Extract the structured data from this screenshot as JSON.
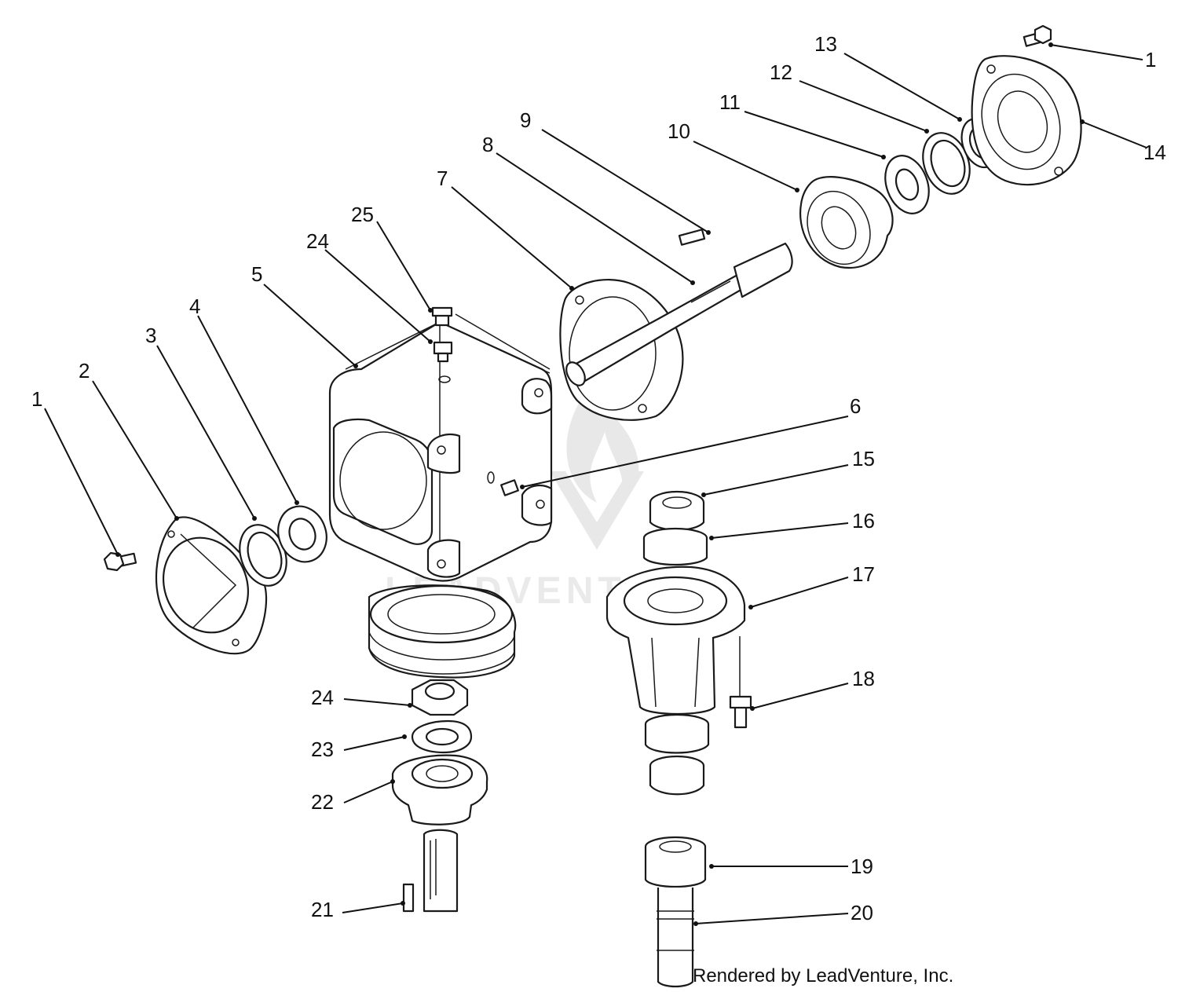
{
  "diagram": {
    "credit": "Rendered by LeadVenture, Inc.",
    "watermark": "LEADVENTURE",
    "callouts": [
      {
        "id": "c1a",
        "label": "1"
      },
      {
        "id": "c1b",
        "label": "1"
      },
      {
        "id": "c2",
        "label": "2"
      },
      {
        "id": "c3",
        "label": "3"
      },
      {
        "id": "c4",
        "label": "4"
      },
      {
        "id": "c5",
        "label": "5"
      },
      {
        "id": "c6",
        "label": "6"
      },
      {
        "id": "c7",
        "label": "7"
      },
      {
        "id": "c8",
        "label": "8"
      },
      {
        "id": "c9",
        "label": "9"
      },
      {
        "id": "c10",
        "label": "10"
      },
      {
        "id": "c11",
        "label": "11"
      },
      {
        "id": "c12",
        "label": "12"
      },
      {
        "id": "c13",
        "label": "13"
      },
      {
        "id": "c14",
        "label": "14"
      },
      {
        "id": "c15",
        "label": "15"
      },
      {
        "id": "c16",
        "label": "16"
      },
      {
        "id": "c17",
        "label": "17"
      },
      {
        "id": "c18",
        "label": "18"
      },
      {
        "id": "c19",
        "label": "19"
      },
      {
        "id": "c20",
        "label": "20"
      },
      {
        "id": "c21",
        "label": "21"
      },
      {
        "id": "c22",
        "label": "22"
      },
      {
        "id": "c23",
        "label": "23"
      },
      {
        "id": "c24a",
        "label": "24"
      },
      {
        "id": "c24b",
        "label": "24"
      },
      {
        "id": "c25",
        "label": "25"
      }
    ]
  }
}
